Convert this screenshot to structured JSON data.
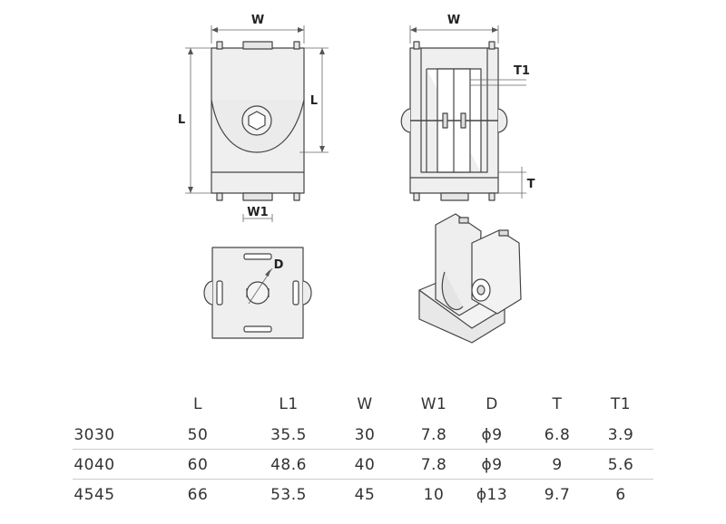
{
  "labels": {
    "front_width": "W",
    "side_width": "W",
    "length": "L",
    "L_right": "L",
    "tongue_width": "W1",
    "plate_thickness_T1": "T1",
    "foot_thickness_T": "T",
    "bore_diameter": "D"
  },
  "table": {
    "headers": [
      "L",
      "L1",
      "W",
      "W1",
      "D",
      "T",
      "T1"
    ],
    "rows": [
      {
        "model": "3030",
        "values": [
          "50",
          "35.5",
          "30",
          "7.8",
          "ϕ9",
          "6.8",
          "3.9"
        ]
      },
      {
        "model": "4040",
        "values": [
          "60",
          "48.6",
          "40",
          "7.8",
          "ϕ9",
          "9",
          "5.6"
        ]
      },
      {
        "model": "4545",
        "values": [
          "66",
          "53.5",
          "45",
          "10",
          "ϕ13",
          "9.7",
          "6"
        ]
      }
    ]
  }
}
